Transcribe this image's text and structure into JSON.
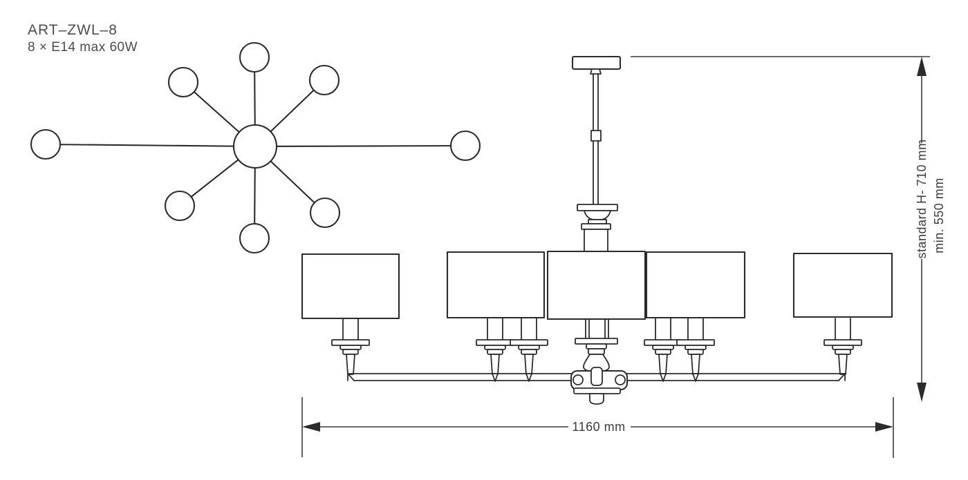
{
  "header": {
    "product_code": "ART–ZWL–8",
    "lamp_spec": "8 × E14 max 60W"
  },
  "dimensions": {
    "width_label": "1160 mm",
    "standard_height_label": "standard H- 710 mm",
    "min_height_label": "min. 550 mm"
  },
  "fixture": {
    "bulb_count": 8,
    "socket_type": "E14",
    "max_wattage_per_bulb": "60W",
    "width_mm": 1160,
    "standard_height_mm": 710,
    "min_height_mm": 550,
    "plan_view_arm_count": 8,
    "elevation_visible_shade_count": 5
  },
  "colors": {
    "line": "#2b2b2b",
    "dimension": "#3a3a3a",
    "header_text": "#4c4c4e",
    "background": "#ffffff"
  }
}
